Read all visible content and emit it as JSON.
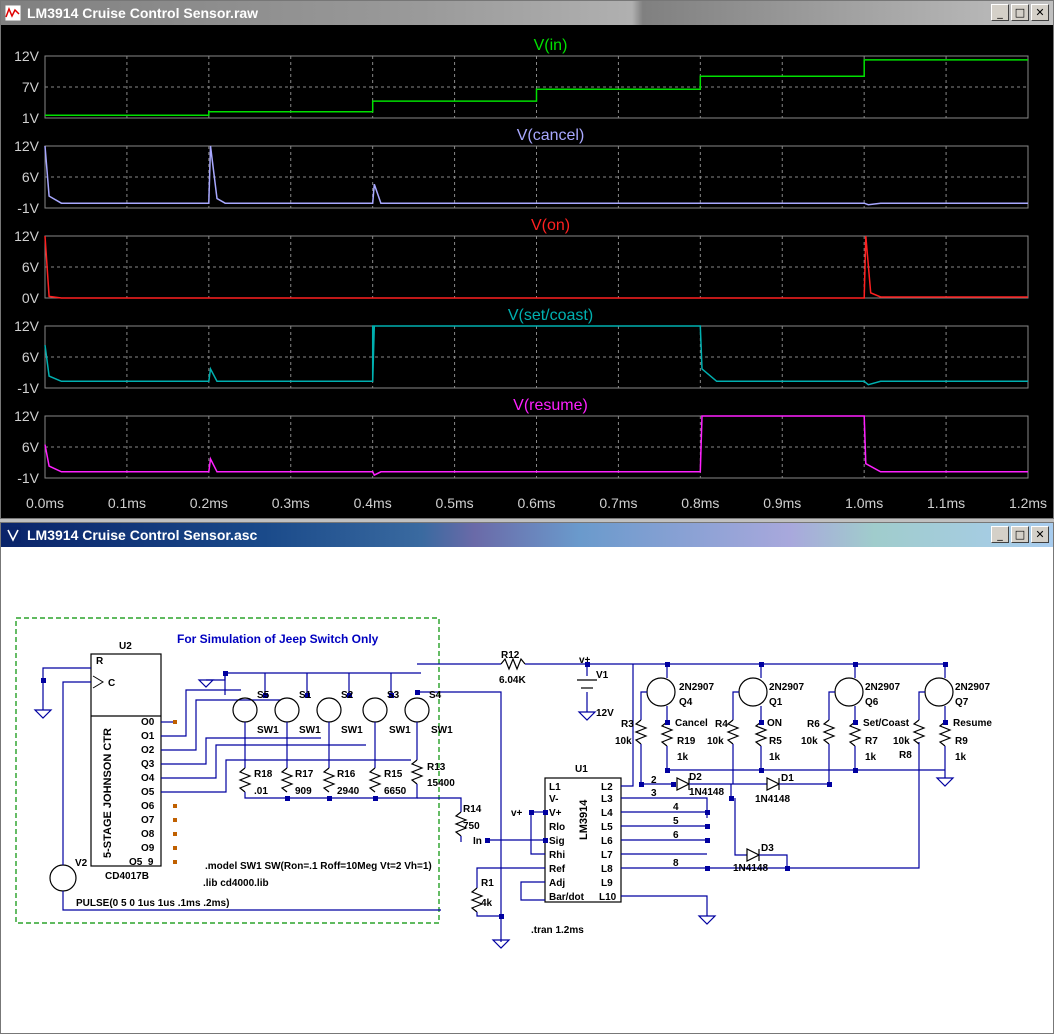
{
  "waveform_window": {
    "title": "LM3914 Cruise Control Sensor.raw",
    "buttons": {
      "minimize": "_",
      "maximize": "□",
      "close": "✕"
    }
  },
  "schematic_window": {
    "title": "LM3914 Cruise Control Sensor.asc",
    "buttons": {
      "minimize": "_",
      "maximize": "□",
      "close": "✕"
    }
  },
  "colors": {
    "green": "#00e000",
    "lavender": "#a8a8ff",
    "red": "#ff2020",
    "teal": "#00b0b0",
    "magenta": "#ff20ff",
    "wire": "#0000a0",
    "grid": "#888888"
  },
  "chart_data": {
    "type": "line",
    "xlabel": "",
    "x_ticks": [
      "0.0ms",
      "0.1ms",
      "0.2ms",
      "0.3ms",
      "0.4ms",
      "0.5ms",
      "0.6ms",
      "0.7ms",
      "0.8ms",
      "0.9ms",
      "1.0ms",
      "1.1ms",
      "1.2ms"
    ],
    "xlim": [
      0,
      1.2
    ],
    "panes": [
      {
        "name": "V(in)",
        "color": "#00e000",
        "yticks": [
          "12V",
          "7V",
          "1V"
        ],
        "ylim": [
          1,
          12
        ],
        "points": [
          [
            0,
            1.5
          ],
          [
            0.2,
            1.5
          ],
          [
            0.2,
            2.1
          ],
          [
            0.4,
            2.1
          ],
          [
            0.4,
            4.0
          ],
          [
            0.6,
            4.0
          ],
          [
            0.6,
            6.1
          ],
          [
            0.8,
            6.1
          ],
          [
            0.8,
            8.4
          ],
          [
            1.0,
            8.4
          ],
          [
            1.0,
            11.3
          ],
          [
            1.2,
            11.3
          ]
        ]
      },
      {
        "name": "V(cancel)",
        "color": "#a8a8ff",
        "yticks": [
          "12V",
          "6V",
          "-1V"
        ],
        "ylim": [
          -1,
          12
        ],
        "points": [
          [
            0,
            12
          ],
          [
            0.005,
            1.5
          ],
          [
            0.02,
            0
          ],
          [
            0.2,
            0
          ],
          [
            0.202,
            12
          ],
          [
            0.21,
            1
          ],
          [
            0.22,
            0
          ],
          [
            0.4,
            0
          ],
          [
            0.402,
            4
          ],
          [
            0.41,
            0
          ],
          [
            1.0,
            0
          ],
          [
            1.005,
            -0.3
          ],
          [
            1.02,
            0
          ],
          [
            1.2,
            0
          ]
        ]
      },
      {
        "name": "V(on)",
        "color": "#ff2020",
        "yticks": [
          "12V",
          "6V",
          "0V"
        ],
        "ylim": [
          0,
          12
        ],
        "points": [
          [
            0,
            12
          ],
          [
            0.005,
            0.3
          ],
          [
            0.02,
            0
          ],
          [
            1.0,
            0
          ],
          [
            1.002,
            12
          ],
          [
            1.008,
            1
          ],
          [
            1.02,
            0.2
          ],
          [
            1.2,
            0.2
          ]
        ]
      },
      {
        "name": "V(set/coast)",
        "color": "#00b0b0",
        "yticks": [
          "12V",
          "6V",
          "-1V"
        ],
        "ylim": [
          -1,
          12
        ],
        "points": [
          [
            0,
            8
          ],
          [
            0.005,
            1.5
          ],
          [
            0.02,
            0.4
          ],
          [
            0.2,
            0.4
          ],
          [
            0.202,
            3
          ],
          [
            0.21,
            0.4
          ],
          [
            0.4,
            0.4
          ],
          [
            0.402,
            12
          ],
          [
            0.4,
            12
          ],
          [
            0.402,
            12
          ],
          [
            0.41,
            12
          ],
          [
            0.4,
            12
          ],
          [
            0.4,
            0.4
          ],
          [
            0.4,
            12
          ],
          [
            0.8,
            12
          ],
          [
            0.802,
            3
          ],
          [
            0.82,
            0.4
          ],
          [
            1.0,
            0.4
          ],
          [
            1.005,
            -0.3
          ],
          [
            1.02,
            0.4
          ],
          [
            1.2,
            0.4
          ]
        ]
      },
      {
        "name": "V(resume)",
        "color": "#ff20ff",
        "yticks": [
          "12V",
          "6V",
          "-1V"
        ],
        "ylim": [
          -1,
          12
        ],
        "points": [
          [
            0,
            6
          ],
          [
            0.005,
            1.5
          ],
          [
            0.02,
            0.3
          ],
          [
            0.2,
            0.3
          ],
          [
            0.202,
            3
          ],
          [
            0.21,
            0.3
          ],
          [
            0.4,
            0.3
          ],
          [
            0.402,
            -0.4
          ],
          [
            0.41,
            0.3
          ],
          [
            0.8,
            0.3
          ],
          [
            0.802,
            12
          ],
          [
            1.0,
            12
          ],
          [
            1.002,
            2
          ],
          [
            1.02,
            0.3
          ],
          [
            1.2,
            0.3
          ]
        ]
      }
    ]
  },
  "schematic": {
    "box_title": "For Simulation of Jeep Switch Only",
    "u2": {
      "ref": "U2",
      "part": "CD4017B",
      "body": "5-STAGE JOHNSON CTR",
      "pins_left": [
        "R",
        "C"
      ],
      "pins_right": [
        "O0",
        "O1",
        "O2",
        "Q3",
        "O4",
        "O5",
        "O6",
        "O7",
        "O8",
        "O9",
        "O5_9"
      ]
    },
    "v2": {
      "ref": "V2",
      "value": "PULSE(0 5 0 1us 1us .1ms .2ms)"
    },
    "switches": [
      {
        "ref": "S5",
        "model": "SW1"
      },
      {
        "ref": "S1",
        "model": "SW1"
      },
      {
        "ref": "S2",
        "model": "SW1"
      },
      {
        "ref": "S3",
        "model": "SW1"
      },
      {
        "ref": "S4",
        "model": "SW1"
      }
    ],
    "resistors_ladder": [
      {
        "ref": "R18",
        "value": ".01"
      },
      {
        "ref": "R17",
        "value": "909"
      },
      {
        "ref": "R16",
        "value": "2940"
      },
      {
        "ref": "R15",
        "value": "6650"
      },
      {
        "ref": "R13",
        "value": "15400"
      }
    ],
    "r14": {
      "ref": "R14",
      "value": "750"
    },
    "r12": {
      "ref": "R12",
      "value": "6.04K"
    },
    "r1": {
      "ref": "R1",
      "value": "4k"
    },
    "v1": {
      "ref": "V1",
      "value": "12V",
      "net": "v+"
    },
    "u1": {
      "ref": "U1",
      "part": "LM3914",
      "pins_left": [
        "L1",
        "V-",
        "V+",
        "Rlo",
        "Sig",
        "Rhi",
        "Ref",
        "Adj",
        "Bar/dot"
      ],
      "pins_right": [
        "L2",
        "L3",
        "L4",
        "L5",
        "L6",
        "L7",
        "L8",
        "L9",
        "L10"
      ]
    },
    "pin_numbers": [
      "2",
      "3",
      "4",
      "5",
      "6",
      "8"
    ],
    "transistors": [
      {
        "ref": "Q4",
        "part": "2N2907",
        "out": "Cancel",
        "rbase": "R3",
        "rbase_val": "10k",
        "rload": "R19",
        "rload_val": "1k"
      },
      {
        "ref": "Q1",
        "part": "2N2907",
        "out": "ON",
        "rbase": "R4",
        "rbase_val": "10k",
        "rload": "R5",
        "rload_val": "1k"
      },
      {
        "ref": "Q6",
        "part": "2N2907",
        "out": "Set/Coast",
        "rbase": "R6",
        "rbase_val": "10k",
        "rload": "R7",
        "rload_val": "1k"
      },
      {
        "ref": "Q7",
        "part": "2N2907",
        "out": "Resume",
        "rbase": "R8",
        "rbase_val": "10k",
        "rload": "R9",
        "rload_val": "1k"
      }
    ],
    "diodes": [
      {
        "ref": "D2",
        "part": "1N4148"
      },
      {
        "ref": "D1",
        "part": "1N4148"
      },
      {
        "ref": "D3",
        "part": "1N4148"
      }
    ],
    "net_labels": {
      "in": "In",
      "vplus": "v+"
    },
    "directives": [
      ".model SW1 SW(Ron=.1 Roff=10Meg Vt=2 Vh=1)",
      ".lib cd4000.lib",
      ".tran 1.2ms"
    ]
  }
}
